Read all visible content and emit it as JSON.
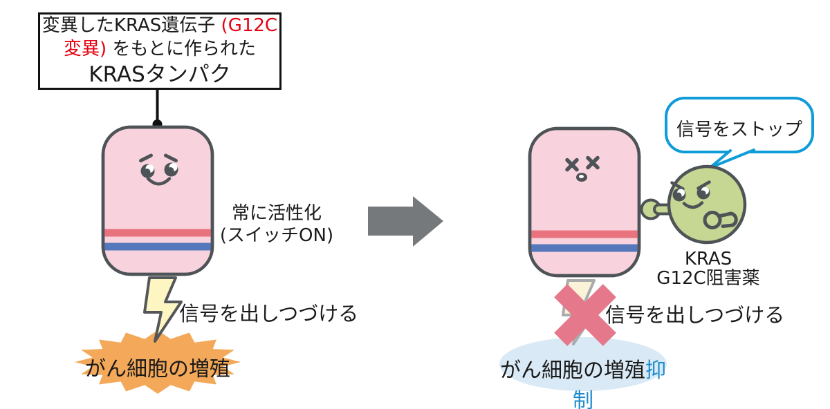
{
  "header_box": {
    "line1_black": "変異したKRAS遺伝子 ",
    "line1_red": "(G12C",
    "line2_red": "変異) ",
    "line2_black": "をもとに作られた",
    "line3": "KRASタンパク"
  },
  "left_panel": {
    "status_line1": "常に活性化",
    "status_line2": "(スイッチON)",
    "signal_label": "信号を出しつづける",
    "result_label": "がん細胞の増殖"
  },
  "right_panel": {
    "bubble_label": "信号をストップ",
    "drug_name_line1": "KRAS",
    "drug_name_line2": "G12C阻害薬",
    "signal_label": "信号を出しつづける",
    "result_label_black": "がん細胞の増殖",
    "result_label_blue": "抑制"
  },
  "colors": {
    "cell_fill": "#f8d3dd",
    "cell_outline": "#4d5357",
    "stripe_red": "#e8737e",
    "stripe_blue": "#5577bb",
    "drug_fill": "#c6d693",
    "arrow_gray": "#75797c",
    "lightning_fill": "#fdf6c3",
    "lightning_faded_fill": "#faf3d8",
    "lightning_faded_outline": "#a9abad",
    "starburst_orange": "#f3a959",
    "result_ellipse_blue": "#d9eaf6",
    "bubble_outline_blue": "#0f9cd8",
    "accent_red_text": "#e60012",
    "accent_blue_text": "#1d8ccb",
    "x_mark_pink": "#e5798b"
  }
}
